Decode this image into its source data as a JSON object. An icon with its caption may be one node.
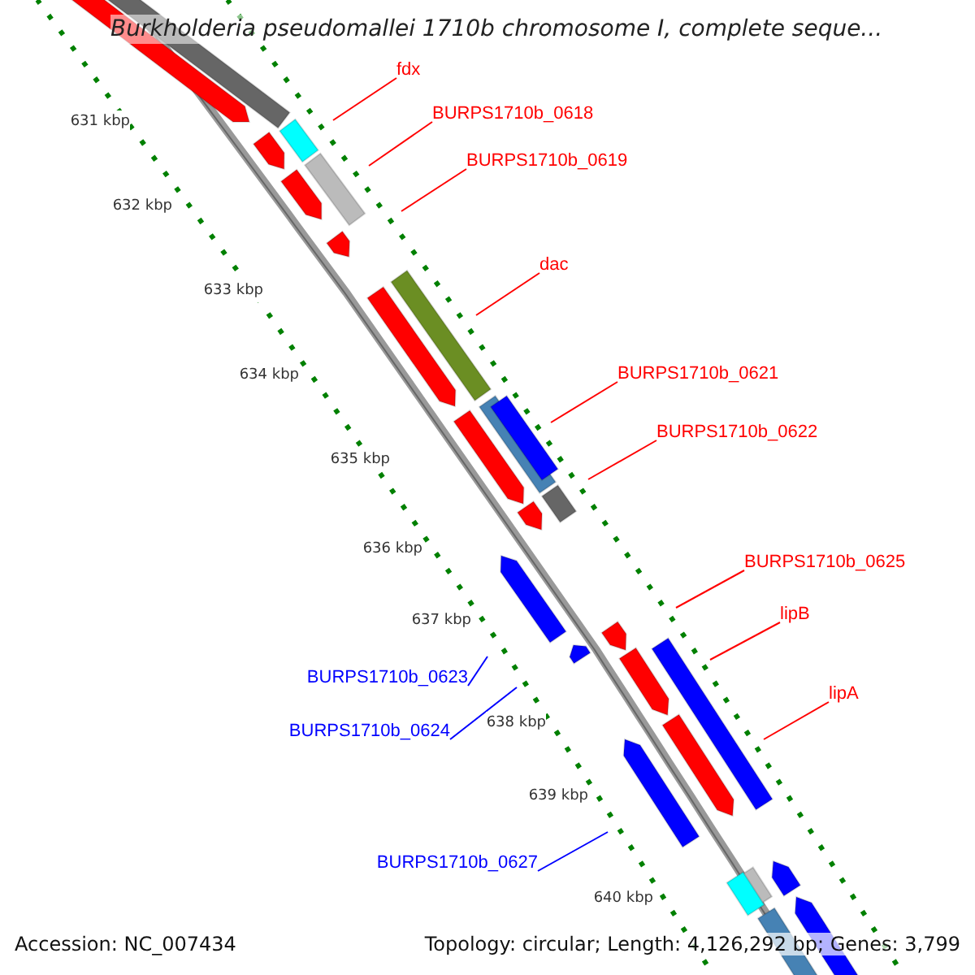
{
  "diagram": {
    "title": "Burkholderia pseudomallei 1710b chromosome I, complete seque...",
    "nodes": [
      {
        "text": [
          "fdx"
        ]
      },
      {
        "text": [
          "BURPS1710b_0618"
        ]
      },
      {
        "text": [
          "BURPS1710b_0619"
        ]
      },
      {
        "text": [
          "dac"
        ]
      },
      {
        "text": [
          "BURPS1710b_0621"
        ]
      },
      {
        "text": [
          "BURPS1710b_0622"
        ]
      },
      {
        "text": [
          "BURPS1710b_0625"
        ]
      },
      {
        "text": [
          "lipB"
        ]
      },
      {
        "text": [
          "lipA"
        ]
      },
      {
        "text": [
          "BURPS1710b_0623"
        ]
      },
      {
        "text": [
          "BURPS1710b_0624"
        ]
      },
      {
        "text": [
          "BURPS1710b_0627"
        ]
      }
    ],
    "edges": [
      {
        "from": 0,
        "to": null,
        "arrow": "none"
      },
      {
        "from": 1,
        "to": null,
        "arrow": "none"
      },
      {
        "from": 2,
        "to": null,
        "arrow": "none"
      },
      {
        "from": 3,
        "to": null,
        "arrow": "none"
      },
      {
        "from": 4,
        "to": null,
        "arrow": "none"
      },
      {
        "from": 5,
        "to": null,
        "arrow": "none"
      },
      {
        "from": 6,
        "to": null,
        "arrow": "none"
      },
      {
        "from": 7,
        "to": null,
        "arrow": "none"
      },
      {
        "from": 8,
        "to": null,
        "arrow": "none"
      },
      {
        "from": 9,
        "to": null,
        "arrow": "none",
        "color": "#0000ff"
      },
      {
        "from": 10,
        "to": null,
        "arrow": "none",
        "color": "#0000ff"
      },
      {
        "from": 11,
        "to": null,
        "arrow": "none",
        "color": "#0000ff"
      }
    ],
    "labels": [
      "631 kbp",
      "632 kbp",
      "633 kbp",
      "634 kbp",
      "635 kbp",
      "636 kbp",
      "637 kbp",
      "638 kbp",
      "639 kbp",
      "640 kbp",
      "Accession: NC_007434",
      "Topology: circular; Length: 4,126,292 bp; Genes: 3,799"
    ]
  }
}
